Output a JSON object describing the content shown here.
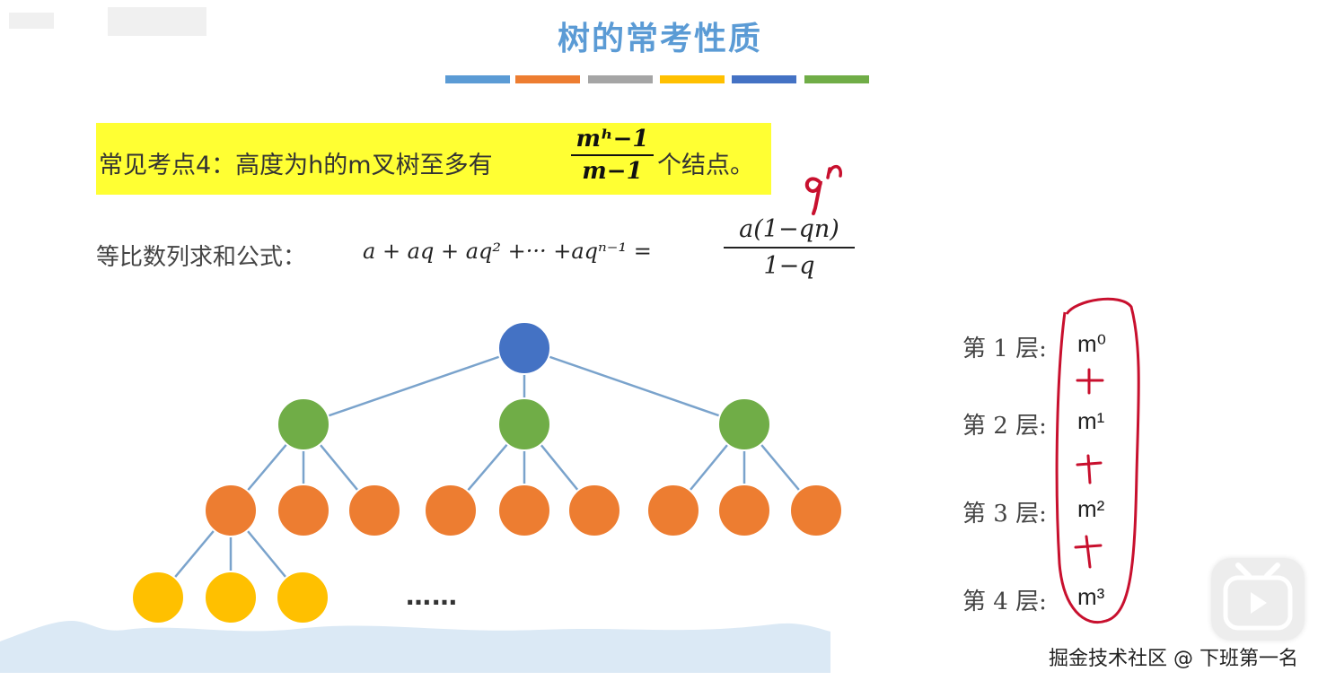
{
  "slide": {
    "title": "树的常考性质",
    "accent_colors": [
      "#5b9bd5",
      "#ed7d31",
      "#a5a5a5",
      "#ffc000",
      "#4472c4",
      "#70ad47"
    ],
    "highlight_color": "#ffff33"
  },
  "point4": {
    "prefix": "常见考点4：高度为h的m叉树至多有",
    "numerator": "mʰ−1",
    "denominator": "m−1",
    "suffix": "个结点。"
  },
  "formula": {
    "label": "等比数列求和公式：",
    "lhs": "a + aq + aq² +··· +aqⁿ⁻¹ =",
    "numerator": "a(1−qn)",
    "denominator": "1−q"
  },
  "annotation": {
    "correction": "qⁿ",
    "ink_color": "#c8102e"
  },
  "tree": {
    "root_color": "#4472c4",
    "level2_color": "#70ad47",
    "level3_color": "#ed7d31",
    "level4_color": "#ffc000",
    "ellipsis": "……"
  },
  "levels": [
    {
      "label": "第 1 层:",
      "value": "m⁰"
    },
    {
      "label": "第 2 层:",
      "value": "m¹"
    },
    {
      "label": "第 3 层:",
      "value": "m²"
    },
    {
      "label": "第 4 层:",
      "value": "m³"
    }
  ],
  "handwritten_plus": "+",
  "watermark": "掘金技术社区 @ 下班第一名",
  "player": {
    "icon": "play-icon"
  }
}
